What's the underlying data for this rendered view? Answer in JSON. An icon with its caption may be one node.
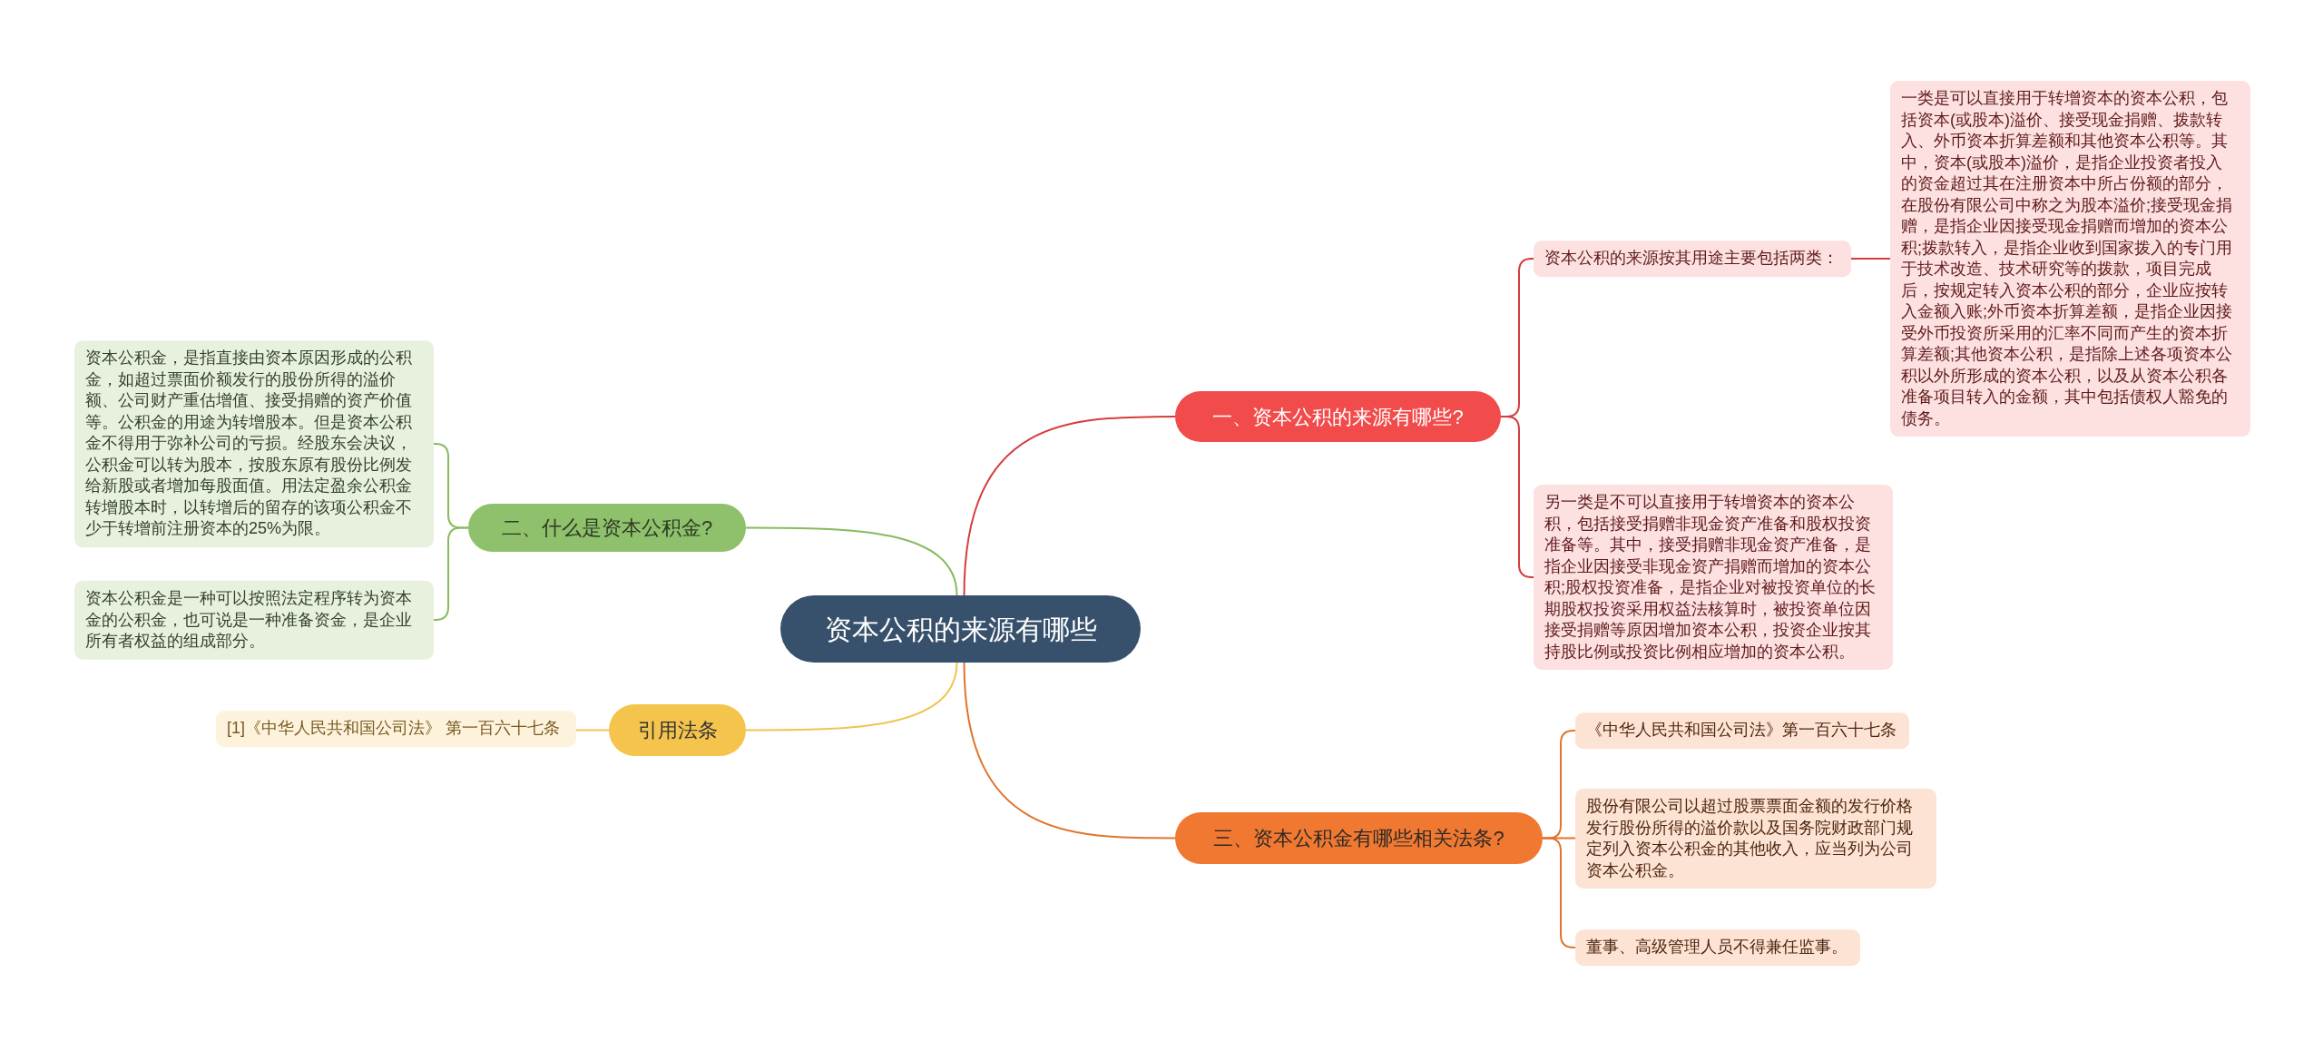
{
  "diagram": {
    "nodes": [
      {
        "text": [
          "资本公积的来源有哪些"
        ]
      },
      {
        "text": [
          "一、资本公积的来源有哪些?"
        ]
      },
      {
        "text": [
          "资本公积的来源按其用途主要包括两类："
        ]
      },
      {
        "text": [
          "一类是可以直接用于转增资本的资本公积，包括资本(或股本)溢价、接受现金捐赠、拨款转入、外币资本折算差额和其他资本公积等。其中，资本(或股本)溢价，是指企业投资者投入的资金超过其在注册资本中所占份额的部分，在股份有限公司中称之为股本溢价;接受现金捐赠，是指企业因接受现金捐赠而增加的资本公积;拨款转入，是指企业收到国家拨入的专门用于技术改造、技术研究等的拨款，项目完成后，按规定转入资本公积的部分，企业应按转入金额入账;外币资本折算差额，是指企业因接受外币投资所采用的汇率不同而产生的资本折算差额;其他资本公积，是指除上述各项资本公积以外所形成的资本公积，以及从资本公积各准备项目转入的金额，其中包括债权人豁免的债务。"
        ]
      },
      {
        "text": [
          "另一类是不可以直接用于转增资本的资本公积，包括接受捐赠非现金资产准备和股权投资准备等。其中，接受捐赠非现金资产准备，是指企业因接受非现金资产捐赠而增加的资本公积;股权投资准备，是指企业对被投资单位的长期股权投资采用权益法核算时，被投资单位因接受捐赠等原因增加资本公积，投资企业按其持股比例或投资比例相应增加的资本公积。"
        ]
      },
      {
        "text": [
          "二、什么是资本公积金?"
        ]
      },
      {
        "text": [
          "资本公积金，是指直接由资本原因形成的公积金，如超过票面价额发行的股份所得的溢价额、公司财产重估增值、接受捐赠的资产价值等。公积金的用途为转增股本。但是资本公积金不得用于弥补公司的亏损。经股东会决议，公积金可以转为股本，按股东原有股份比例发给新股或者增加每股面值。用法定盈余公积金转增股本时，以转增后的留存的该项公积金不少于转增前注册资本的25%为限。"
        ]
      },
      {
        "text": [
          "资本公积金是一种可以按照法定程序转为资本金的公积金，也可说是一种准备资金，是企业所有者权益的组成部分。"
        ]
      },
      {
        "text": [
          "引用法条"
        ]
      },
      {
        "text": [
          "[1]《中华人民共和国公司法》 第一百六十七条"
        ]
      },
      {
        "text": [
          "三、资本公积金有哪些相关法条?"
        ]
      },
      {
        "text": [
          "《中华人民共和国公司法》第一百六十七条"
        ]
      },
      {
        "text": [
          "股份有限公司以超过股票票面金额的发行价格发行股份所得的溢价款以及国务院财政部门规定列入资本公积金的其他收入，应当列为公司资本公积金。"
        ]
      },
      {
        "text": [
          "董事、高级管理人员不得兼任监事。"
        ]
      }
    ],
    "edges": [
      {
        "from": 0,
        "to": 1,
        "arrow": "none",
        "color": "#d63c3c"
      },
      {
        "from": 0,
        "to": 5,
        "arrow": "none",
        "color": "#86bb5c"
      },
      {
        "from": 0,
        "to": 8,
        "arrow": "none",
        "color": "#efc451"
      },
      {
        "from": 0,
        "to": 10,
        "arrow": "none",
        "color": "#e0742c"
      },
      {
        "from": 1,
        "to": 2,
        "arrow": "none",
        "color": "#d63c3c"
      },
      {
        "from": 1,
        "to": 4,
        "arrow": "none",
        "color": "#d63c3c"
      },
      {
        "from": 2,
        "to": 3,
        "arrow": "none",
        "color": "#d63c3c"
      },
      {
        "from": 5,
        "to": 6,
        "arrow": "none",
        "color": "#86bb5c"
      },
      {
        "from": 5,
        "to": 7,
        "arrow": "none",
        "color": "#86bb5c"
      },
      {
        "from": 8,
        "to": 9,
        "arrow": "none",
        "color": "#efc451"
      },
      {
        "from": 10,
        "to": 11,
        "arrow": "none",
        "color": "#e0742c"
      },
      {
        "from": 10,
        "to": 12,
        "arrow": "none",
        "color": "#e0742c"
      },
      {
        "from": 10,
        "to": 13,
        "arrow": "none",
        "color": "#e0742c"
      }
    ]
  }
}
